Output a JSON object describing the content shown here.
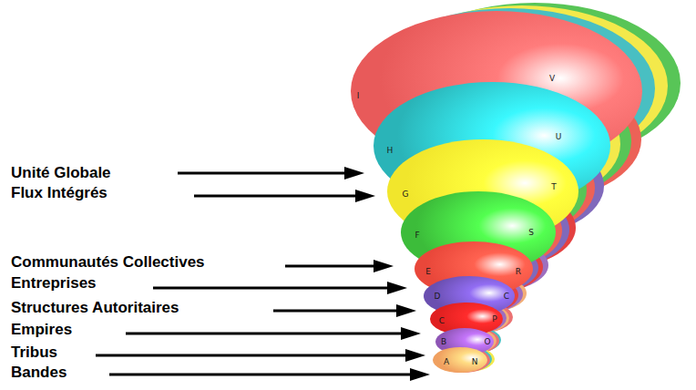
{
  "diagram": {
    "nodes": [
      {
        "text": [
          "I",
          "V"
        ]
      },
      {
        "text": [
          "H",
          "U"
        ]
      },
      {
        "text": [
          "G",
          "T"
        ]
      },
      {
        "text": [
          "F",
          "S"
        ]
      },
      {
        "text": [
          "E",
          "R"
        ]
      },
      {
        "text": [
          "D",
          "C"
        ]
      },
      {
        "text": [
          "C",
          "P"
        ]
      },
      {
        "text": [
          "B",
          "O"
        ]
      },
      {
        "text": [
          "A",
          "N"
        ]
      }
    ],
    "labels": [
      "Unité Globale",
      "Flux Intégrés",
      "Communautés Collectives",
      "Entreprises",
      "Structures Autoritaires",
      "Empires",
      "Tribus",
      "Bandes"
    ]
  }
}
